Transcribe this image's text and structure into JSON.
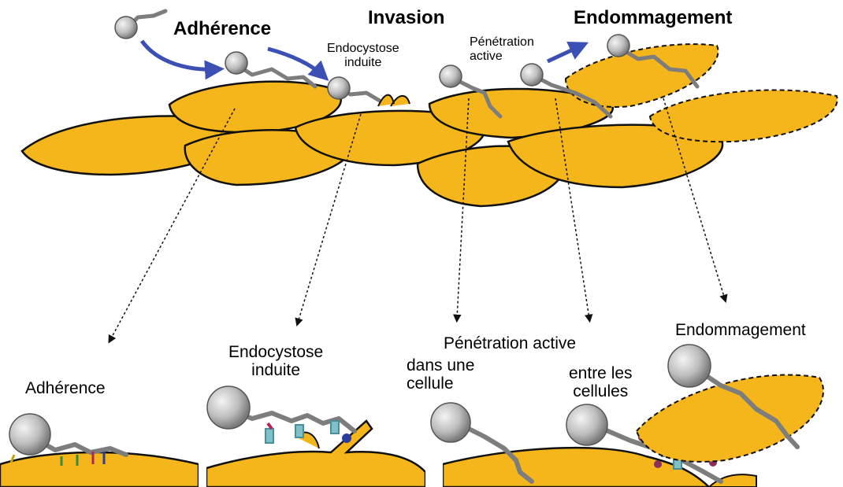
{
  "top_labels": {
    "adherence": "Adhérence",
    "invasion": "Invasion",
    "damage": "Endommagement",
    "induced_endocytosis_line1": "Endocystose",
    "induced_endocytosis_line2": "induite",
    "active_penetration_line1": "Pénétration",
    "active_penetration_line2": "active"
  },
  "bottom_labels": {
    "adherence": "Adhérence",
    "induced_endocytosis_line1": "Endocystose",
    "induced_endocytosis_line2": "induite",
    "active_penetration": "Pénétration active",
    "inside_cell_line1": "dans une",
    "inside_cell_line2": "cellule",
    "between_cells_line1": "entre les",
    "between_cells_line2": "cellules",
    "damage": "Endommagement"
  },
  "colors": {
    "cell_fill": "#f5b61c",
    "cell_stroke": "#111111",
    "arrow_blue": "#3b4fb5",
    "hypha_gray": "#7d7d7d",
    "yeast_light": "#e8e8e8",
    "yeast_dark": "#8a8a8a",
    "receptor_teal": "#7fc1c8",
    "particle_purple": "#8a2e5a"
  }
}
